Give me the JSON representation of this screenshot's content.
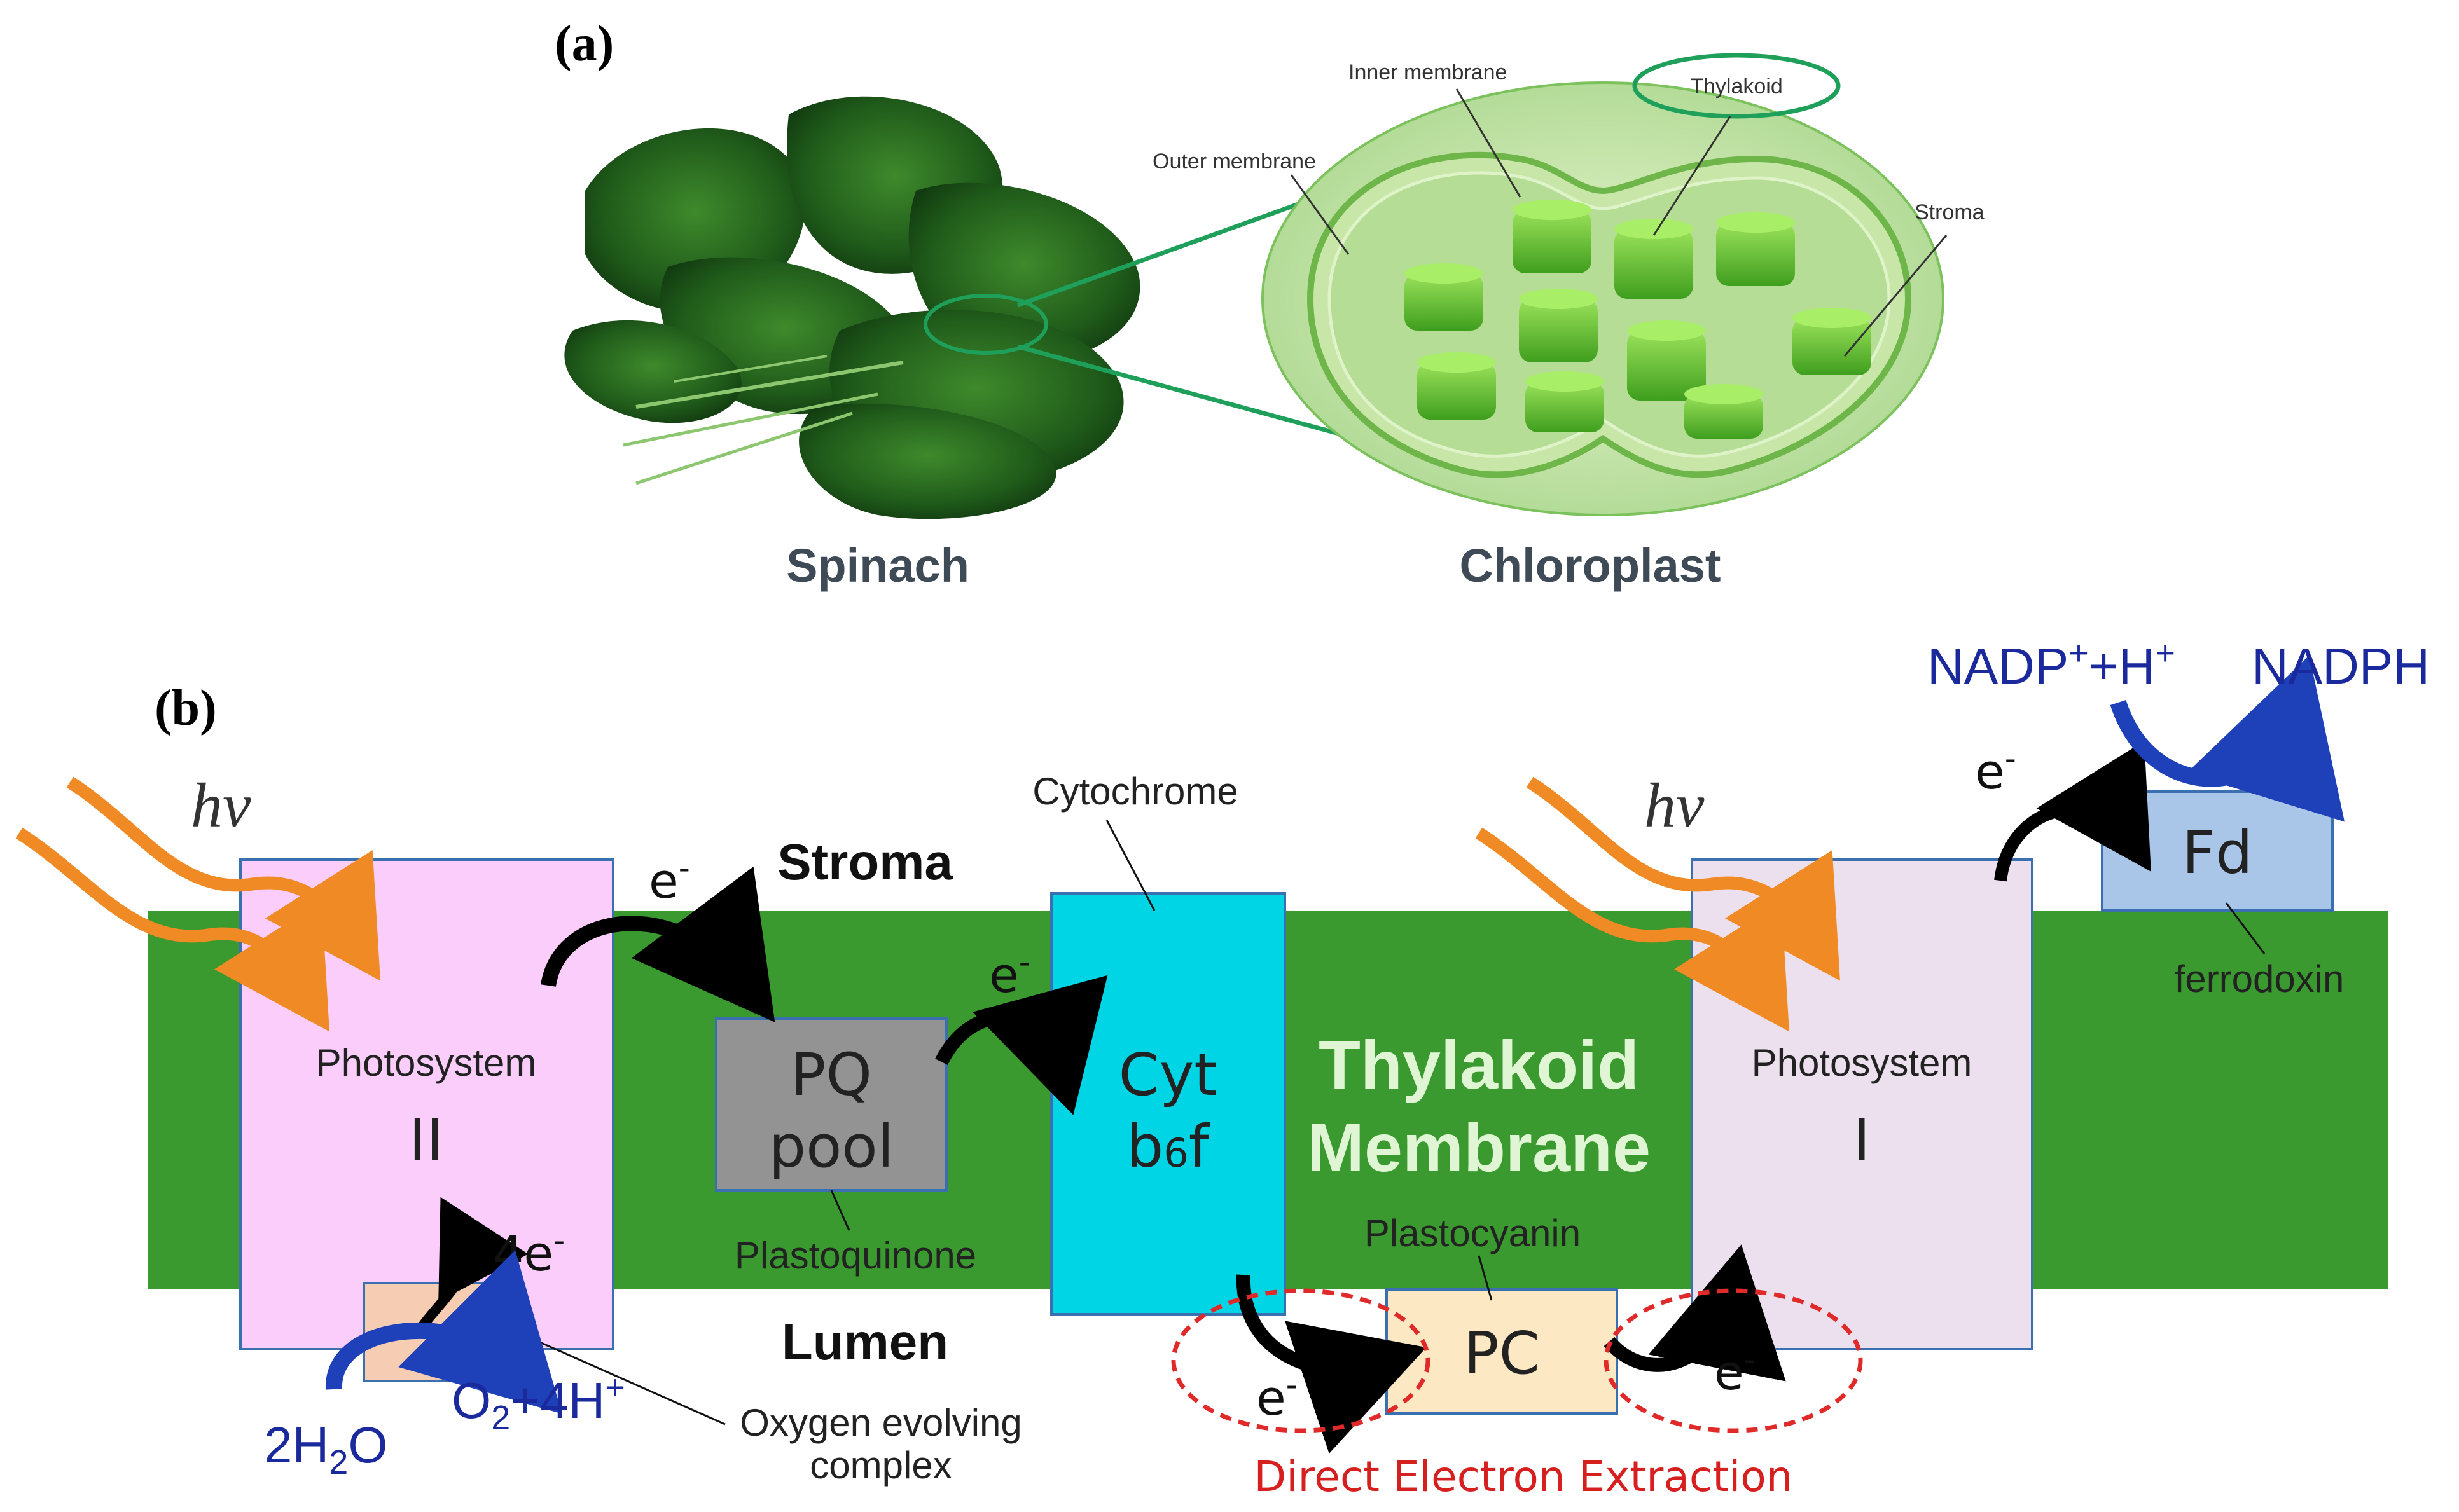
{
  "panel_a": {
    "label": "(a)",
    "spinach_caption": "Spinach",
    "chloroplast_caption": "Chloroplast",
    "inner_membrane": "Inner membrane",
    "outer_membrane": "Outer membrane",
    "thylakoid": "Thylakoid",
    "stroma": "Stroma"
  },
  "panel_b": {
    "label": "(b)",
    "stroma": "Stroma",
    "lumen": "Lumen",
    "thylakoid_line1": "Thylakoid",
    "thylakoid_line2": "Membrane",
    "photosystem2_line1": "Photosystem",
    "photosystem2_line2": "II",
    "photosystem1_line1": "Photosystem",
    "photosystem1_line2": "I",
    "pq_line1": "PQ",
    "pq_line2": "pool",
    "plastoquinone": "Plastoquinone",
    "cyt_line1": "Cyt",
    "cyt_line2a": "b",
    "cyt_line2b": "6",
    "cyt_line2c": "f",
    "cytochrome": "Cytochrome",
    "pc": "PC",
    "plastocyanin": "Plastocyanin",
    "fd": "Fd",
    "ferrodoxin": "ferrodoxin",
    "hv": "hv",
    "electron": "e",
    "four_e": "4e",
    "water": "2H",
    "water_sub": "2",
    "water_end": "O",
    "oxygen": "O",
    "oxygen_sub": "2",
    "oxygen_end": "+4H",
    "oxygen_sup": "+",
    "oec_line1": "Oxygen evolving",
    "oec_line2": "complex",
    "nadp": "NADP",
    "nadp_sup": "+",
    "nadp_plus": "+H",
    "nadp_sup2": "+",
    "nadph": "NADPH",
    "direct": "Direct Electron Extraction",
    "colors": {
      "membrane": "#3a9a2f",
      "ps2": "#fbcdfb",
      "ps1": "#ece0ee",
      "pq": "#939393",
      "cyt": "#00d5e6",
      "pc": "#fde8c4",
      "fd": "#a9c6e8",
      "oec": "#f6cdb2",
      "light": "#f08a24",
      "nadp_arrow": "#1e40b8",
      "dashed": "#e02a2a"
    }
  }
}
